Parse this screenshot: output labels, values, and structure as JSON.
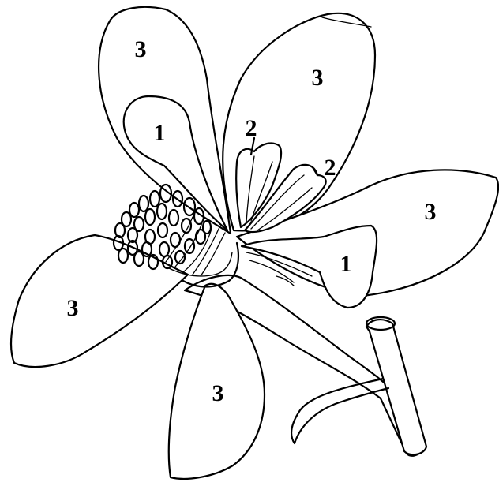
{
  "diagram": {
    "labels": {
      "sepal_upper": "1",
      "sepal_right": "1",
      "small_petal_upper": "2",
      "small_petal_right": "2",
      "petal_upper_left": "3",
      "petal_upper_right": "3",
      "petal_right": "3",
      "petal_left": "3",
      "petal_bottom": "3"
    }
  }
}
